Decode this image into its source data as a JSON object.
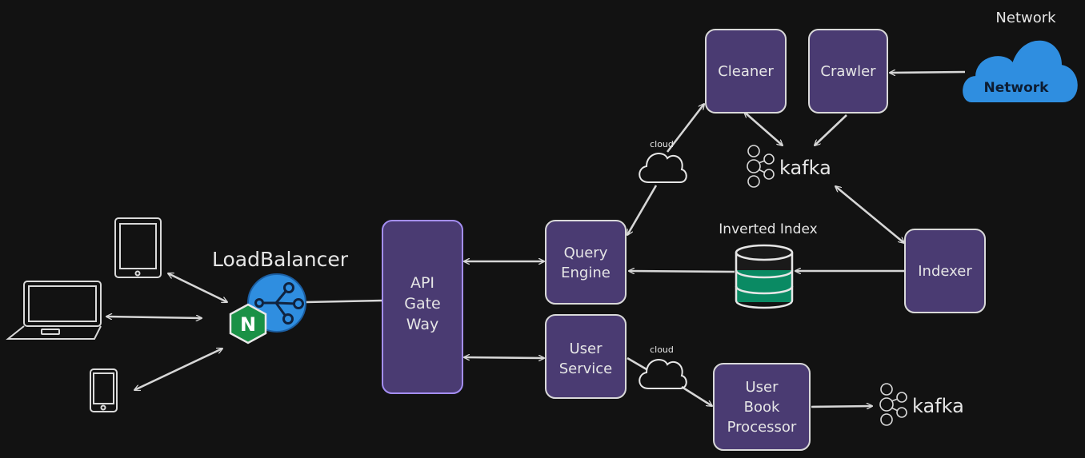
{
  "colors": {
    "background": "#121212",
    "box_fill": "#4a3b72",
    "box_stroke": "#d9d9d9",
    "gateway_stroke": "#a48ef2",
    "arrow": "#d6d6d6",
    "text": "#e6e6e6",
    "cloud_network": "#2f8ee0",
    "db_green": "#0a8a63",
    "lb_blue": "#2f8ee0",
    "nginx_green": "#1a9146"
  },
  "labels": {
    "load_balancer": "LoadBalancer",
    "api_gateway": [
      "API",
      "Gate",
      "Way"
    ],
    "query_engine": [
      "Query",
      "Engine"
    ],
    "user_service": [
      "User",
      "Service"
    ],
    "cleaner": "Cleaner",
    "crawler": "Crawler",
    "indexer": "Indexer",
    "user_book_processor": [
      "User",
      "Book",
      "Processor"
    ],
    "network_title": "Network",
    "network_cloud": "Network",
    "inverted_index": "Inverted Index",
    "kafka_top": "kafka",
    "kafka_bottom": "kafka",
    "cloud_small_top": "cloud",
    "cloud_small_bottom": "cloud",
    "nginx_letter": "N"
  },
  "icons": {
    "laptop": "laptop-icon",
    "tablet": "tablet-icon",
    "phone": "phone-icon",
    "load_balancer": "load-balancer-icon",
    "nginx": "nginx-icon",
    "database": "database-icon",
    "kafka": "kafka-icon",
    "cloud": "cloud-icon"
  }
}
